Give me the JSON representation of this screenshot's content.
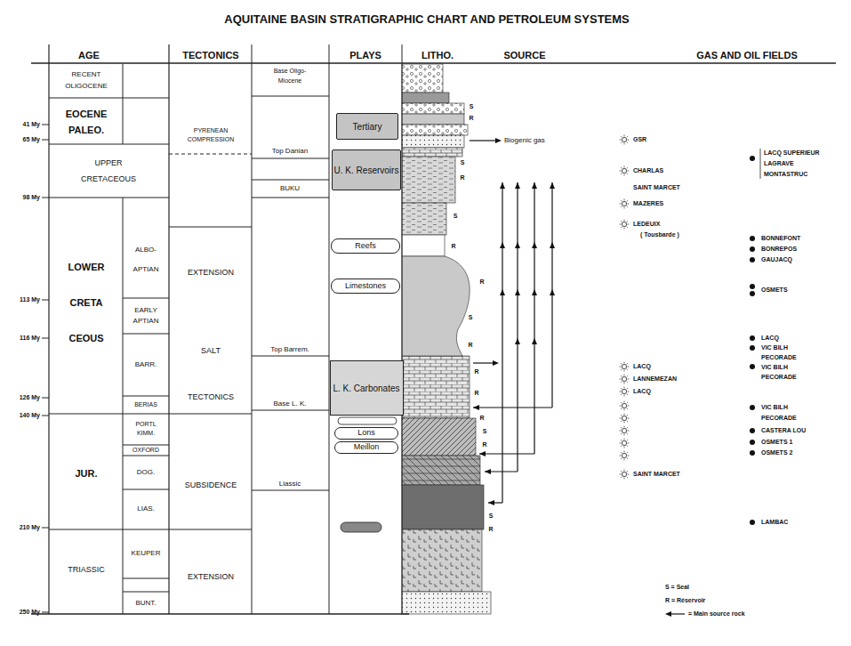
{
  "diagram": {
    "title": "AQUITAINE BASIN STRATIGRAPHIC CHART AND PETROLEUM SYSTEMS",
    "nodes": [
      {
        "text": [
          "Tertiary"
        ]
      },
      {
        "text": [
          "U. K. Reservoirs"
        ]
      },
      {
        "text": [
          "Reefs"
        ]
      },
      {
        "text": [
          "Limestones"
        ]
      },
      {
        "text": [
          "L. K. Carbonates"
        ]
      },
      {
        "text": [
          "Lons"
        ]
      },
      {
        "text": [
          "Meillon"
        ]
      }
    ],
    "labels": [
      "AGE",
      "TECTONICS",
      "PLAYS",
      "LITHO.",
      "SOURCE",
      "GAS AND OIL FIELDS",
      "RECENT",
      "OLIGOCENE",
      "EOCENE",
      "PALEO.",
      "UPPER CRETACEOUS",
      "LOWER CRETA CEOUS",
      "ALBO- APTIAN",
      "EARLY APTIAN",
      "BARR.",
      "BERIAS",
      "PORTL KIMM.",
      "OXFORD",
      "DOG.",
      "LIAS.",
      "JUR.",
      "TRIASSIC",
      "KEUPER",
      "BUNT.",
      "41 My",
      "65 My",
      "98 My",
      "113 My",
      "116 My",
      "126 My",
      "140 My",
      "210 My",
      "250 My",
      "PYRENEAN COMPRESSION",
      "EXTENSION",
      "SALT TECTONICS",
      "SUBSIDENCE",
      "EXTENSION",
      "Base Oligo-Miocene",
      "Top Danian",
      "BUKU",
      "Top Barrem.",
      "Base L. K.",
      "Liassic",
      "Biogenic gas",
      "S",
      "R",
      "S",
      "R",
      "S",
      "R",
      "R",
      "S",
      "R",
      "R",
      "R",
      "R",
      "S",
      "R",
      "S",
      "R",
      "GSR",
      "CHARLAS",
      "SAINT MARCET",
      "MAZERES",
      "LEDEUIX",
      "( Tousbarde )",
      "LACQ",
      "LANNEMEZAN",
      "LACQ",
      "SAINT MARCET",
      "LACQ SUPERIEUR",
      "LAGRAVE",
      "MONTASTRUC",
      "BONNEFONT",
      "BONREPOS",
      "GAUJACQ",
      "OSMETS",
      "LACQ",
      "VIC BILH",
      "PECORADE",
      "VIC BILH",
      "PECORADE",
      "VIC BILH",
      "PECORADE",
      "CASTERA LOU",
      "OSMETS 1",
      "OSMETS 2",
      "LAMBAC"
    ],
    "legend": [
      {
        "text": "S = Seal"
      },
      {
        "text": "R = Réservoir"
      },
      {
        "text": "= Main source rock"
      }
    ]
  }
}
